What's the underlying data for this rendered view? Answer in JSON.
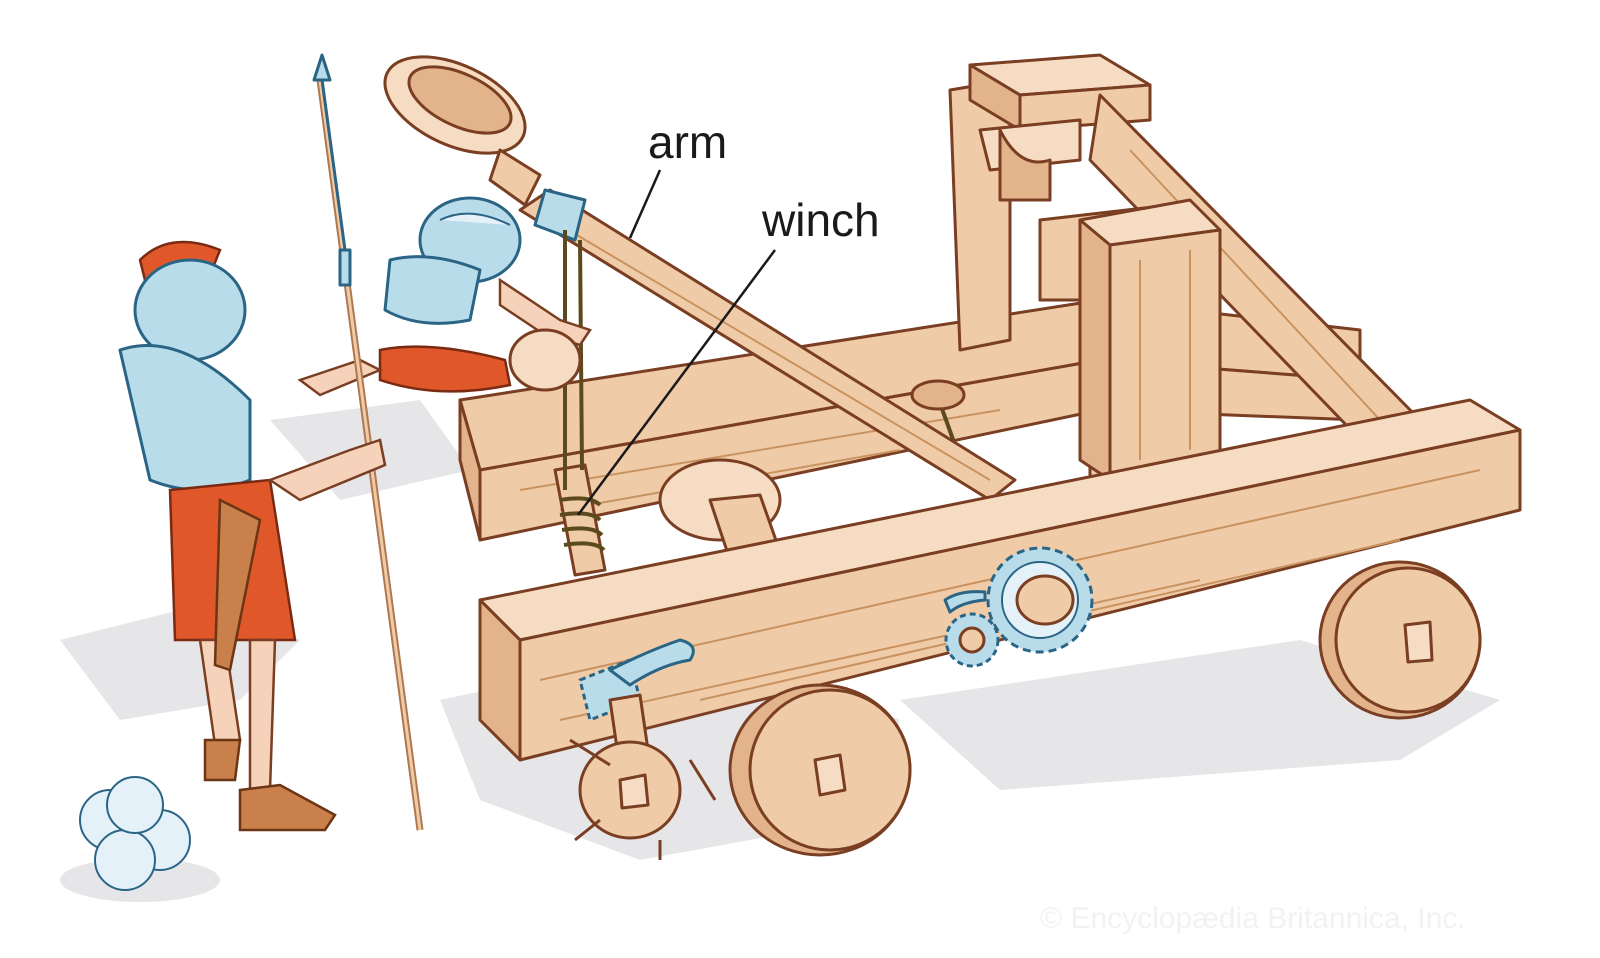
{
  "figure": {
    "title": "Roman catapult (onager) diagram",
    "labels": {
      "arm": "arm",
      "winch": "winch"
    },
    "watermark": "© Encyclopædia Britannica, Inc.",
    "colors": {
      "wood": "#f0cba8",
      "wood_outline": "#7a3e22",
      "metal": "#b9dcea",
      "metal_outline": "#2b6586",
      "tunic": "#e0572a",
      "shadow": "#e6e6e8",
      "label_text": "#1a1a1a"
    }
  }
}
